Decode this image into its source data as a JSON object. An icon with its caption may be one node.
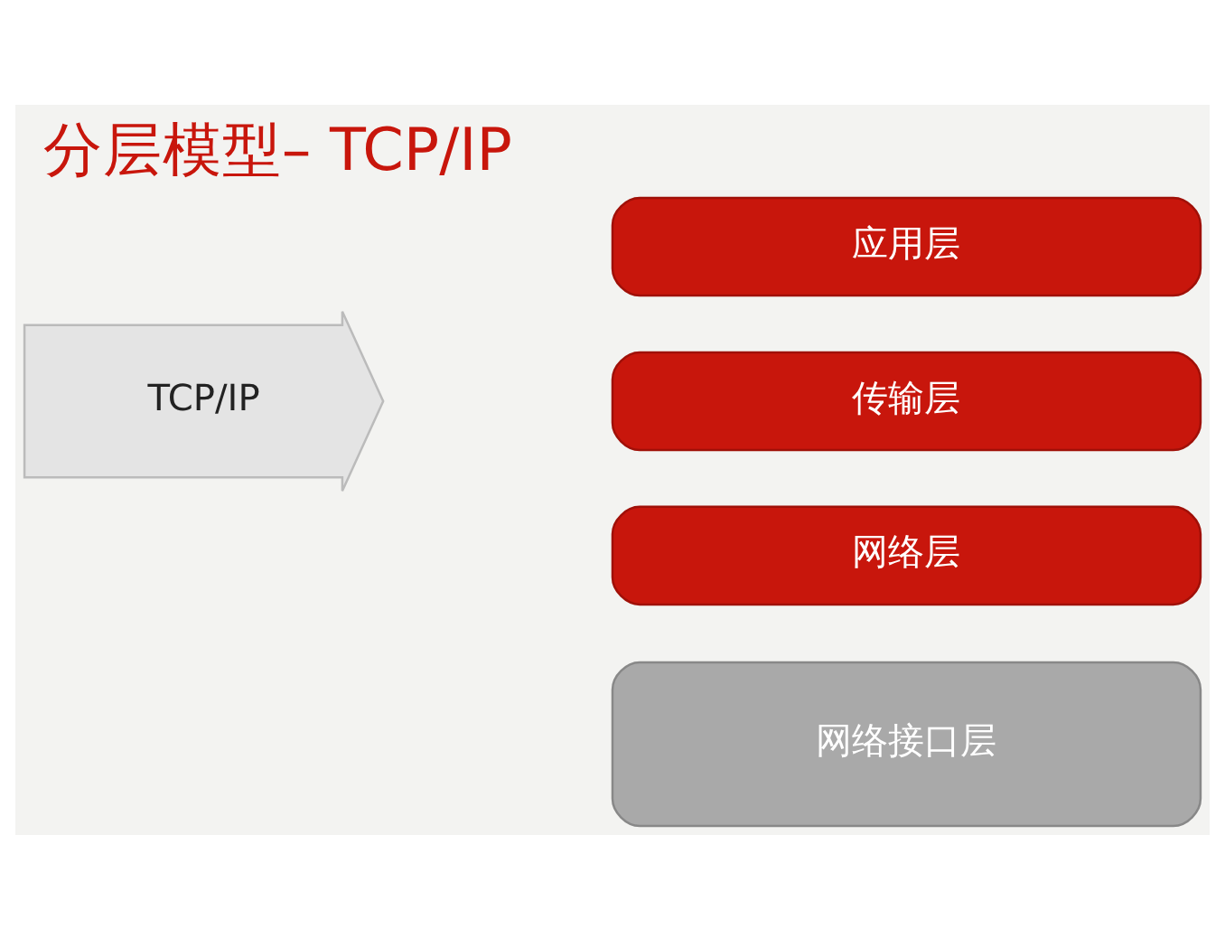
{
  "diagram": {
    "title": "分层模型– TCP/IP",
    "nodes": [
      {
        "text": [
          "TCP/IP"
        ]
      },
      {
        "text": [
          "应用层"
        ]
      },
      {
        "text": [
          "传输层"
        ]
      },
      {
        "text": [
          "网络层"
        ]
      },
      {
        "text": [
          "网络接口层"
        ]
      }
    ]
  }
}
